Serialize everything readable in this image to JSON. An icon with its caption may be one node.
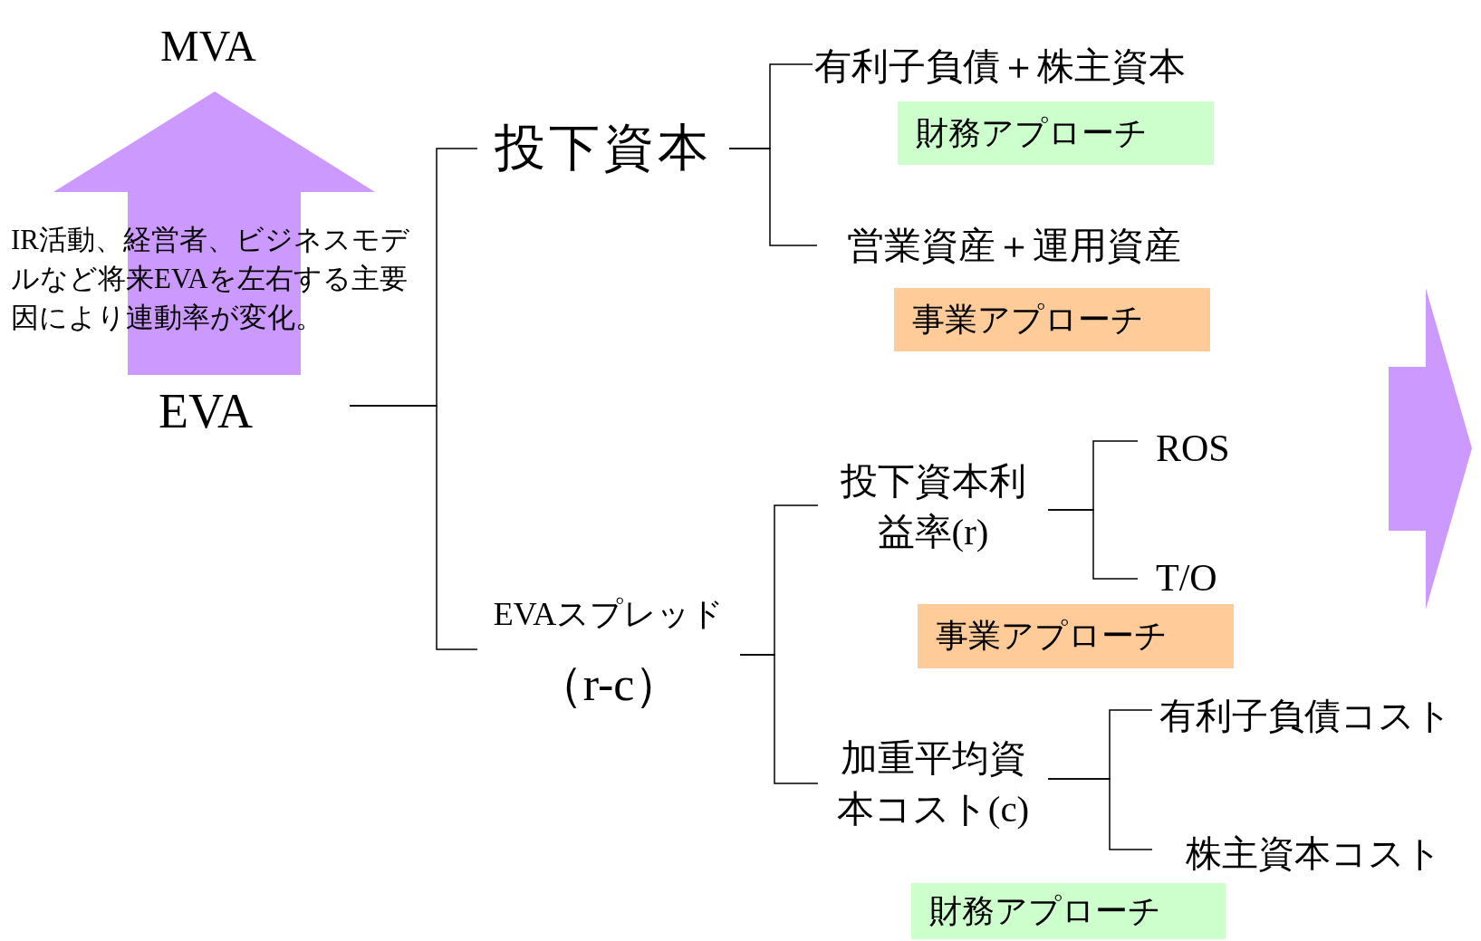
{
  "diagram": {
    "nodes": [
      {
        "text": [
          "MVA"
        ]
      },
      {
        "text": [
          "EVA"
        ]
      },
      {
        "text": [
          "投下資本"
        ]
      },
      {
        "text": [
          "有利子負債＋株主資本"
        ]
      },
      {
        "text": [
          "財務アプローチ"
        ]
      },
      {
        "text": [
          "営業資産＋運用資産"
        ]
      },
      {
        "text": [
          "事業アプローチ"
        ]
      },
      {
        "text": [
          "EVAスプレッド",
          "（r-c）"
        ]
      },
      {
        "text": [
          "投下資本利益率(r)"
        ]
      },
      {
        "text": [
          "ROS"
        ]
      },
      {
        "text": [
          "T/O"
        ]
      },
      {
        "text": [
          "事業アプローチ"
        ]
      },
      {
        "text": [
          "加重平均資本コスト(c)"
        ]
      },
      {
        "text": [
          "有利子負債コスト"
        ]
      },
      {
        "text": [
          "株主資本コスト"
        ]
      },
      {
        "text": [
          "財務アプローチ"
        ]
      }
    ],
    "edges": [
      {
        "from": 1,
        "to": 0,
        "arrow": "to",
        "style": "thick",
        "color": "#cc99ff",
        "label": "IR活動、経営者、ビジネスモデルなど将来EVAを左右する主要因により連動率が変化。"
      },
      {
        "from": 1,
        "to": 2,
        "arrow": "none"
      },
      {
        "from": 1,
        "to": 7,
        "arrow": "none"
      },
      {
        "from": 2,
        "to": 3,
        "arrow": "none"
      },
      {
        "from": 2,
        "to": 5,
        "arrow": "none"
      },
      {
        "from": 7,
        "to": 8,
        "arrow": "none"
      },
      {
        "from": 7,
        "to": 12,
        "arrow": "none"
      },
      {
        "from": 8,
        "to": 9,
        "arrow": "none"
      },
      {
        "from": 8,
        "to": 10,
        "arrow": "none"
      },
      {
        "from": 12,
        "to": 13,
        "arrow": "none"
      },
      {
        "from": 12,
        "to": 14,
        "arrow": "none"
      }
    ]
  }
}
